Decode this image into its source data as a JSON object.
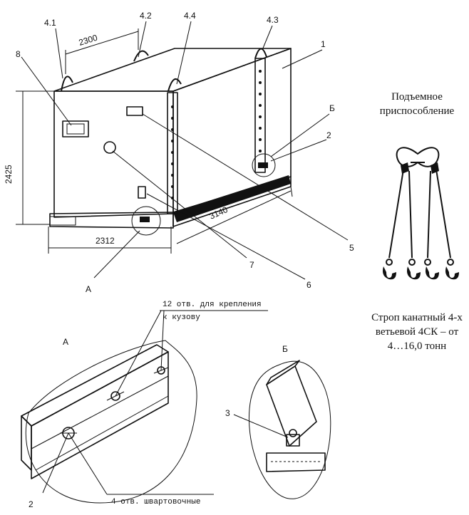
{
  "labels": {
    "l41": "4.1",
    "l42": "4.2",
    "l44": "4.4",
    "l43": "4.3",
    "l1": "1",
    "l8": "8",
    "lB_top": "Б",
    "l2_top": "2",
    "l5": "5",
    "l6": "6",
    "l7": "7",
    "lA_top": "А",
    "lA_detail": "А",
    "lB_detail": "Б",
    "l3": "3",
    "l2_bottom": "2"
  },
  "dimensions": {
    "top_width": "2300",
    "height": "2425",
    "bottom_width": "2312",
    "length": "3140"
  },
  "notes": {
    "holes_line1": "12 отв. для крепления",
    "holes_line2": "к кузову",
    "mooring": "4 отв. швартовочные"
  },
  "lifting": {
    "title_line1": "Подъемное",
    "title_line2": "приспособление",
    "caption_line1": "Строп канатный 4-х",
    "caption_line2": "ветьевой 4СК – от",
    "caption_line3": "4…16,0 тонн"
  }
}
